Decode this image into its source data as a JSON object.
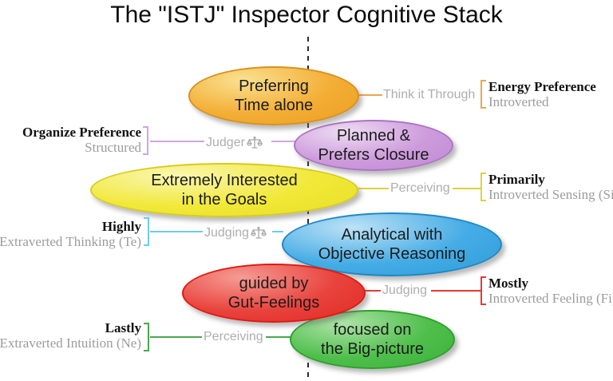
{
  "title": "The \"ISTJ\" Inspector Cognitive Stack",
  "center_line": {
    "style": "dashed-vertical"
  },
  "colors": {
    "orange": "#F1A82F",
    "purple": "#C792D8",
    "yellow": "#F0E836",
    "blue": "#3DA8E4",
    "red": "#E93A35",
    "green": "#49BD47",
    "gray_label": "#AEAEAE",
    "annotation_sub": "#9C9C9C"
  },
  "rows": [
    {
      "ellipse": {
        "line1": "Preferring",
        "line2": "Time alone",
        "color": "#F1A82F"
      },
      "connector": {
        "label": "Think it Through",
        "icon": null,
        "color": "#ECA44F"
      },
      "annotation": {
        "side": "right",
        "bold": "Energy Preference",
        "sub": "Introverted"
      }
    },
    {
      "ellipse": {
        "line1": "Planned &",
        "line2": "Prefers Closure",
        "color": "#C792D8"
      },
      "connector": {
        "label": "Judger",
        "icon": "scales",
        "color": "#CFA6E2"
      },
      "annotation": {
        "side": "left",
        "bold": "Organize Preference",
        "sub": "Structured"
      }
    },
    {
      "ellipse": {
        "line1": "Extremely Interested",
        "line2": "in the Goals",
        "color": "#F0E836"
      },
      "connector": {
        "label": "Perceiving",
        "icon": null,
        "color": "#DFD23B"
      },
      "annotation": {
        "side": "right",
        "bold": "Primarily",
        "sub": "Introverted Sensing (Si)"
      }
    },
    {
      "ellipse": {
        "line1": "Analytical with",
        "line2": "Objective Reasoning",
        "color": "#3DA8E4"
      },
      "connector": {
        "label": "Judging",
        "icon": "scales",
        "color": "#6FC9F2"
      },
      "annotation": {
        "side": "left",
        "bold": "Highly",
        "sub": "Extraverted Thinking (Te)"
      }
    },
    {
      "ellipse": {
        "line1": "guided by",
        "line2": "Gut-Feelings",
        "color": "#E93A35"
      },
      "connector": {
        "label": "Judging",
        "icon": null,
        "color": "#E53935"
      },
      "annotation": {
        "side": "right",
        "bold": "Mostly",
        "sub": "Introverted Feeling (Fi)"
      }
    },
    {
      "ellipse": {
        "line1": "focused on",
        "line2": "the Big-picture",
        "color": "#49BD47"
      },
      "connector": {
        "label": "Perceiving",
        "icon": null,
        "color": "#4BA64B"
      },
      "annotation": {
        "side": "left",
        "bold": "Lastly",
        "sub": "Extraverted Intuition (Ne)"
      }
    }
  ]
}
